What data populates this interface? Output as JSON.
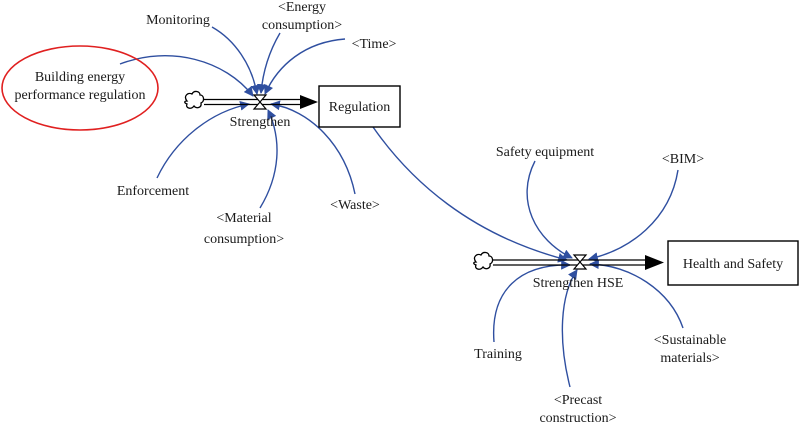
{
  "colors": {
    "link": "#2f4fa0",
    "highlight": "#e02020",
    "stock_border": "#000000",
    "text": "#1a1a1a"
  },
  "stocks": {
    "regulation": "Regulation",
    "health_safety": "Health and Safety"
  },
  "flows": {
    "strengthen": "Strengthen",
    "strengthen_hse": "Strengthen HSE"
  },
  "highlighted_variable": {
    "line1": "Building energy",
    "line2": "performance regulation"
  },
  "variables": {
    "monitoring": "Monitoring",
    "energy_consumption": [
      "<Energy",
      "consumption>"
    ],
    "time": "<Time>",
    "enforcement": "Enforcement",
    "material_consumption": [
      "<Material",
      "consumption>"
    ],
    "waste": "<Waste>",
    "safety_equipment": "Safety equipment",
    "bim": "<BIM>",
    "training": "Training",
    "precast_construction": [
      "<Precast",
      "construction>"
    ],
    "sustainable_materials": [
      "<Sustainable",
      "materials>"
    ]
  },
  "links": [
    {
      "from": "Monitoring",
      "to": "Strengthen"
    },
    {
      "from": "<Energy consumption>",
      "to": "Strengthen"
    },
    {
      "from": "<Time>",
      "to": "Strengthen"
    },
    {
      "from": "Building energy performance regulation",
      "to": "Strengthen"
    },
    {
      "from": "Enforcement",
      "to": "Strengthen"
    },
    {
      "from": "<Material consumption>",
      "to": "Strengthen"
    },
    {
      "from": "<Waste>",
      "to": "Strengthen"
    },
    {
      "from": "Regulation",
      "to": "Strengthen HSE"
    },
    {
      "from": "Safety equipment",
      "to": "Strengthen HSE"
    },
    {
      "from": "<BIM>",
      "to": "Strengthen HSE"
    },
    {
      "from": "Training",
      "to": "Strengthen HSE"
    },
    {
      "from": "<Precast construction>",
      "to": "Strengthen HSE"
    },
    {
      "from": "<Sustainable materials>",
      "to": "Strengthen HSE"
    }
  ]
}
